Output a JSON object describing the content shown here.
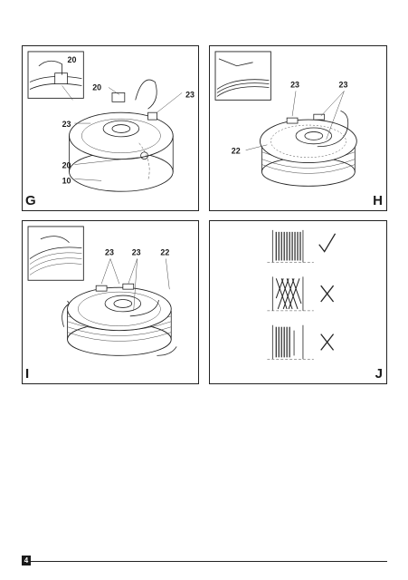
{
  "panels": {
    "g": {
      "letter": "G",
      "labels": [
        "20",
        "20",
        "23",
        "23",
        "20",
        "10"
      ]
    },
    "h": {
      "letter": "H",
      "labels": [
        "23",
        "23",
        "22"
      ]
    },
    "i": {
      "letter": "I",
      "labels": [
        "23",
        "23",
        "22"
      ]
    },
    "j": {
      "letter": "J",
      "marks": [
        "check-icon",
        "cross-icon",
        "cross-icon"
      ]
    }
  },
  "footer": {
    "page_number": "4"
  }
}
